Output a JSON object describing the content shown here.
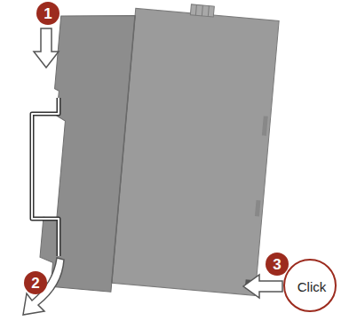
{
  "diagram": {
    "labels": [
      "1",
      "2",
      "3",
      "Click"
    ]
  }
}
